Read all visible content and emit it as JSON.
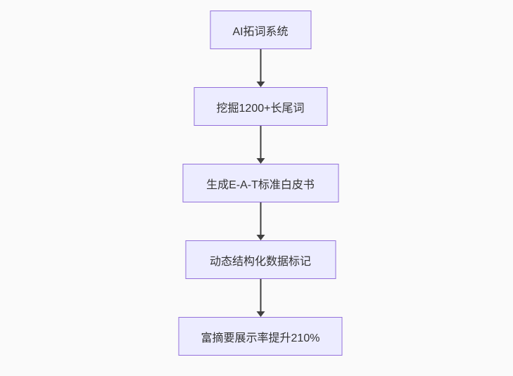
{
  "diagram": {
    "type": "flowchart",
    "direction": "top-down",
    "steps": [
      {
        "id": "step-1",
        "label": "AI拓词系统"
      },
      {
        "id": "step-2",
        "label": "挖掘1200+长尾词"
      },
      {
        "id": "step-3",
        "label": "生成E-A-T标准白皮书"
      },
      {
        "id": "step-4",
        "label": "动态结构化数据标记"
      },
      {
        "id": "step-5",
        "label": "富摘要展示率提升210%"
      }
    ],
    "connections": [
      {
        "from": "step-1",
        "to": "step-2"
      },
      {
        "from": "step-2",
        "to": "step-3"
      },
      {
        "from": "step-3",
        "to": "step-4"
      },
      {
        "from": "step-4",
        "to": "step-5"
      }
    ],
    "colors": {
      "node_fill": "#ECECFF",
      "node_border": "#9370DB",
      "edge": "#404040",
      "text": "#333333",
      "background": "#fafafa"
    }
  }
}
